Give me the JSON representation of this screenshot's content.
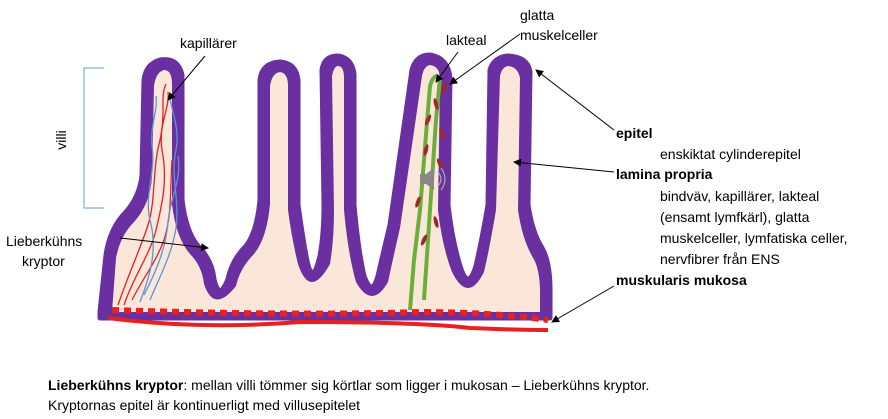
{
  "labels": {
    "villi": "villi",
    "kapillarer": "kapillärer",
    "lakteal": "lakteal",
    "glatta": "glatta",
    "muskelceller": "muskelceller",
    "lieberkuhns": "Lieberkühns",
    "kryptor": "kryptor",
    "epitel_heading": "epitel",
    "epitel_desc": "enskiktat cylinderepitel",
    "lamina_heading": "lamina propria",
    "lamina_desc": [
      "bindväv, kapillärer, lakteal",
      "(ensamt lymfkärl), glatta",
      "muskelceller, lymfatiska celler,",
      "nervfibrer från ENS"
    ],
    "muskularis_heading": "muskularis mukosa"
  },
  "caption": {
    "bold": "Lieberkühns kryptor",
    "line1_rest": ": mellan villi tömmer sig körtlar som ligger i mukosan – Lieberkühns kryptor.",
    "line2": "Kryptornas epitel är kontinuerligt med villusepitelet"
  },
  "colors": {
    "epithelium": "#6a2fa0",
    "lamina": "#fbe6da",
    "muscularis": "#e8201f",
    "lacteal": "#6cae3a",
    "vein": "#5b95d4"
  }
}
